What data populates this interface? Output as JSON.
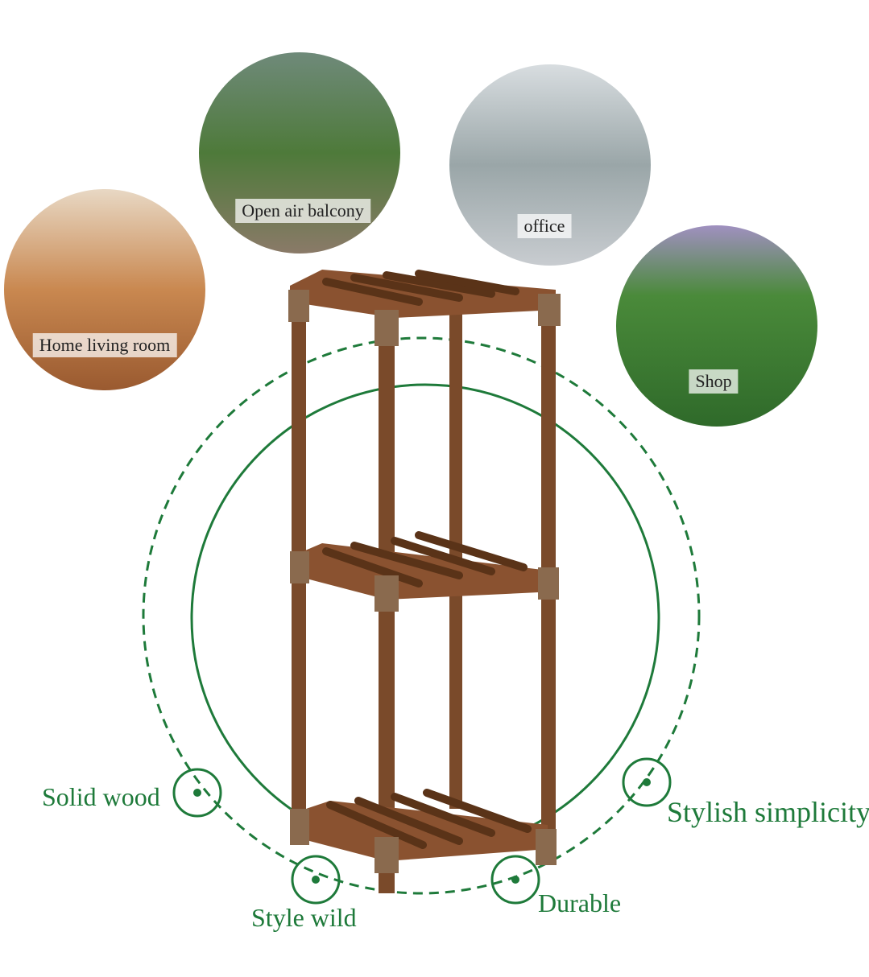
{
  "colors": {
    "accent": "#1e7a3a",
    "wood": "#7a4a2a",
    "wood_dark": "#5a3318",
    "connector": "#8a6a4e"
  },
  "scenes": [
    {
      "label": "Home living room",
      "icon": "home-living-room-photo"
    },
    {
      "label": "Open air balcony",
      "icon": "balcony-photo"
    },
    {
      "label": "office",
      "icon": "office-photo"
    },
    {
      "label": "Shop",
      "icon": "shop-photo"
    }
  ],
  "features": [
    "Solid wood",
    "Style wild",
    "Durable",
    "Stylish simplicity"
  ]
}
